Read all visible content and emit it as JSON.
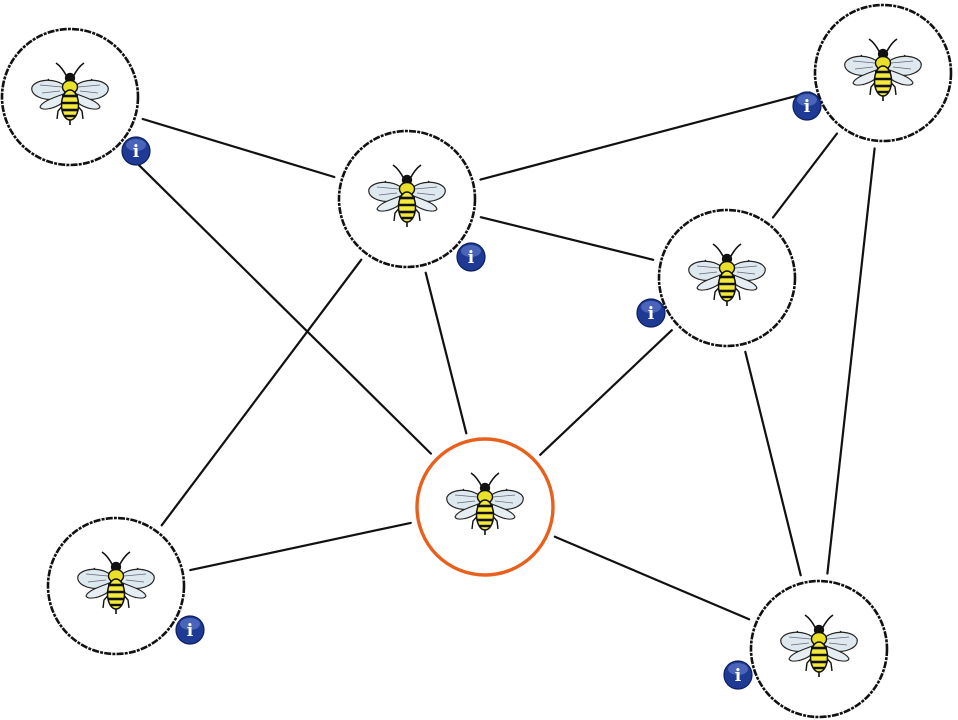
{
  "board": {
    "info_glyph": "i",
    "nodes": [
      {
        "id": "n1",
        "icon": "bee-icon",
        "has_info": true,
        "selected": false
      },
      {
        "id": "n2",
        "icon": "bee-icon",
        "has_info": true,
        "selected": false
      },
      {
        "id": "n3",
        "icon": "bee-icon",
        "has_info": true,
        "selected": false
      },
      {
        "id": "n4",
        "icon": "bee-icon",
        "has_info": true,
        "selected": false
      },
      {
        "id": "n5",
        "icon": "bee-icon",
        "has_info": false,
        "selected": true
      },
      {
        "id": "n6",
        "icon": "bee-icon",
        "has_info": true,
        "selected": false
      },
      {
        "id": "n7",
        "icon": "bee-icon",
        "has_info": true,
        "selected": false
      }
    ],
    "edges": [
      [
        "n1",
        "n2"
      ],
      [
        "n1",
        "n5"
      ],
      [
        "n2",
        "n3"
      ],
      [
        "n2",
        "n4"
      ],
      [
        "n2",
        "n5"
      ],
      [
        "n2",
        "n6"
      ],
      [
        "n3",
        "n4"
      ],
      [
        "n3",
        "n7"
      ],
      [
        "n4",
        "n5"
      ],
      [
        "n4",
        "n7"
      ],
      [
        "n5",
        "n6"
      ],
      [
        "n5",
        "n7"
      ]
    ],
    "colors": {
      "selected_ring": "#e8601c",
      "ring": "#111111",
      "info_badge": "#1e3a94"
    }
  }
}
